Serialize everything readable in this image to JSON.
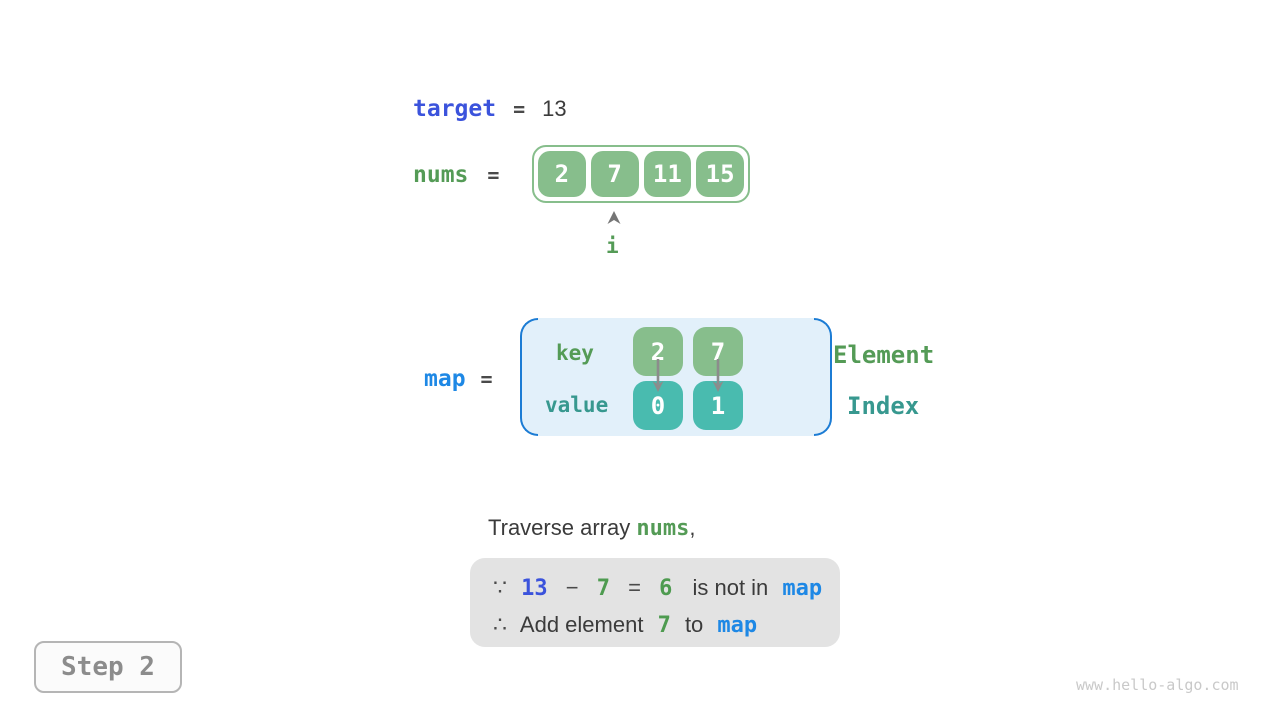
{
  "colors": {
    "array_green_fill": "#87BE8C",
    "teal_fill": "#49BBAF",
    "text_green": "#549B56",
    "text_teal": "#37988F",
    "target_blue": "#3B53DC",
    "map_blue": "#1E88E5",
    "map_bg": "#E2F0FA",
    "paren_blue": "#1C7CD4",
    "conclusion_bg": "#E3E3E3",
    "arrow_gray": "#8C8C8C"
  },
  "icons": {
    "index_pointer": "up-arrow-icon",
    "map_link": "down-arrow-icon"
  },
  "target_line": {
    "keyword": "target",
    "equals": "=",
    "value": "13"
  },
  "nums_line": {
    "keyword": "nums",
    "equals": "=",
    "values": [
      "2",
      "7",
      "11",
      "15"
    ],
    "pointer_label": "i"
  },
  "map_line": {
    "keyword": "map",
    "equals": "=",
    "key_label": "key",
    "value_label": "value",
    "keys": [
      "2",
      "7"
    ],
    "values": [
      "0",
      "1"
    ],
    "element_label": "Element",
    "index_label": "Index"
  },
  "caption": {
    "prefix": "Traverse array ",
    "nums": "nums",
    "suffix": ","
  },
  "conclusion": {
    "line1": {
      "because": "∵",
      "n1": "13",
      "minus": "−",
      "n2": "7",
      "eq": "=",
      "n3": "6",
      "text": "is not in",
      "map": "map"
    },
    "line2": {
      "therefore": "∴",
      "text1": "Add element",
      "n": "7",
      "text2": "to",
      "map": "map"
    }
  },
  "step_button": {
    "label": "Step 2"
  },
  "watermark": "www.hello-algo.com"
}
